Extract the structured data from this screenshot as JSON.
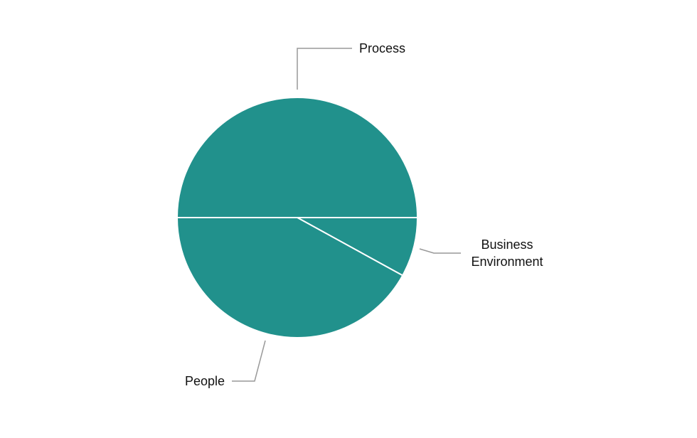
{
  "chart_data": {
    "type": "pie",
    "title": "",
    "slice_color": "#21918c",
    "start_angle_deg": 180,
    "direction": "clockwise",
    "slices": [
      {
        "label": "Process",
        "label_lines": [
          "Process"
        ],
        "value": 50
      },
      {
        "label": "Business Environment",
        "label_lines": [
          "Business",
          "Environment"
        ],
        "value": 8
      },
      {
        "label": "People",
        "label_lines": [
          "People"
        ],
        "value": 42
      }
    ],
    "legend": "none",
    "labels": "outside-with-leader-lines"
  }
}
